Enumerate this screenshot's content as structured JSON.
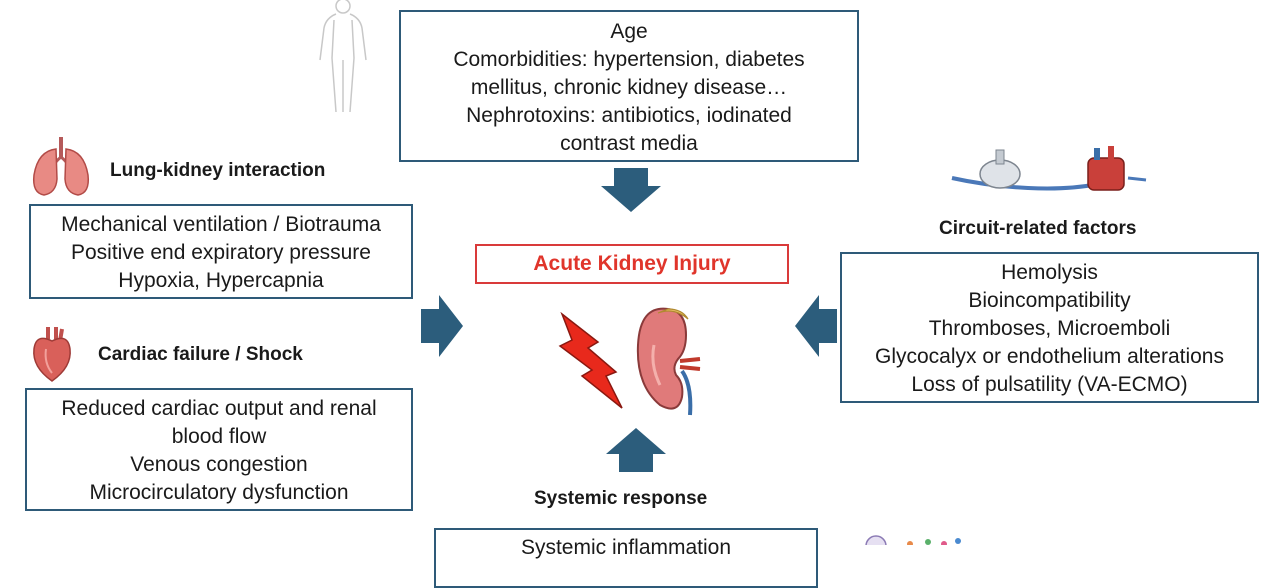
{
  "center": {
    "label": "Acute Kidney Injury"
  },
  "top_box": {
    "lines": [
      "Age",
      "Comorbidities: hypertension, diabetes",
      "mellitus, chronic kidney disease…",
      "Nephrotoxins: antibiotics, iodinated",
      "contrast media"
    ]
  },
  "lung": {
    "heading": "Lung-kidney interaction",
    "lines": [
      "Mechanical ventilation / Biotrauma",
      "Positive end expiratory pressure",
      "Hypoxia, Hypercapnia"
    ]
  },
  "cardiac": {
    "heading": "Cardiac failure / Shock",
    "lines": [
      "Reduced cardiac output and renal",
      "blood flow",
      "Venous congestion",
      "Microcirculatory dysfunction"
    ]
  },
  "circuit": {
    "heading": "Circuit-related factors",
    "lines": [
      "Hemolysis",
      "Bioincompatibility",
      "Thromboses, Microemboli",
      "Glycocalyx or endothelium alterations",
      "Loss of pulsatility (VA-ECMO)"
    ]
  },
  "systemic": {
    "heading": "Systemic response",
    "lines": [
      "Systemic inflammation"
    ]
  },
  "colors": {
    "arrow": "#2c5d7c",
    "box_border": "#2e5a78",
    "aki_red": "#e0352b"
  },
  "icons": [
    "human-body-icon",
    "lungs-icon",
    "heart-icon",
    "ecmo-circuit-icon",
    "lightning-icon",
    "kidney-icon",
    "cells-icon"
  ]
}
